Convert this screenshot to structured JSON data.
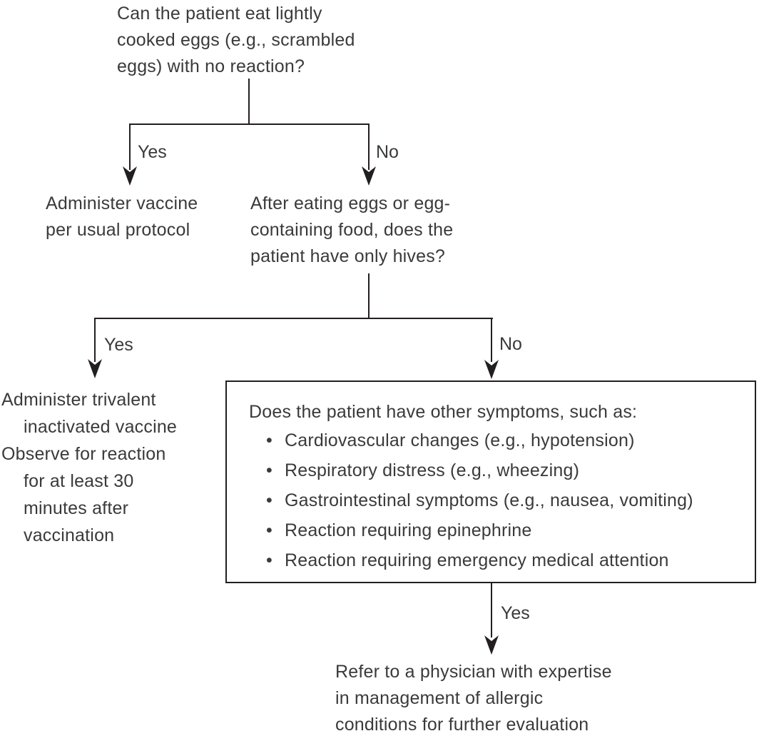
{
  "colors": {
    "line": "#231f20",
    "text": "#3a3a3a",
    "background": "#ffffff"
  },
  "flowchart": {
    "question1": {
      "text": "Can the patient eat lightly\ncooked eggs (e.g., scrambled\neggs) with no reaction?"
    },
    "branch1": {
      "yes_label": "Yes",
      "no_label": "No"
    },
    "outcome_usual_protocol": {
      "text": "Administer vaccine\nper usual protocol"
    },
    "question2": {
      "text": "After eating eggs or egg-\ncontaining food, does the\npatient have only hives?"
    },
    "branch2": {
      "yes_label": "Yes",
      "no_label": "No"
    },
    "outcome_trivalent": {
      "lines": [
        "Administer trivalent",
        "inactivated vaccine",
        "Observe for reaction",
        "for at least 30",
        "minutes after",
        "vaccination"
      ]
    },
    "symptom_box": {
      "heading": "Does the patient have other symptoms, such as:",
      "bullet_char": "•",
      "bullets": [
        "Cardiovascular changes (e.g., hypotension)",
        "Respiratory distress (e.g., wheezing)",
        "Gastrointestinal symptoms (e.g., nausea, vomiting)",
        "Reaction requiring epinephrine",
        "Reaction requiring emergency medical attention"
      ]
    },
    "branch3": {
      "yes_label": "Yes"
    },
    "outcome_referral": {
      "text": "Refer to a physician with expertise\nin management of allergic\nconditions for further evaluation"
    }
  }
}
